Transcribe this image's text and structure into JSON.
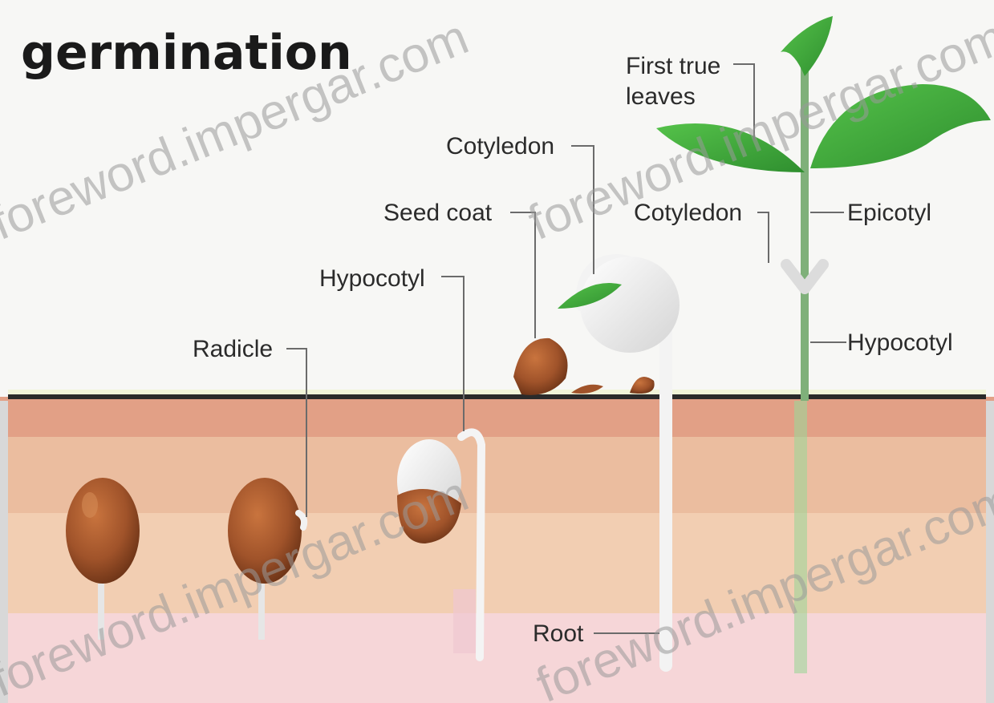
{
  "title": "germination",
  "labels": {
    "first_true_leaves_line1": "First true",
    "first_true_leaves_line2": "leaves",
    "cotyledon_top": "Cotyledon",
    "seed_coat": "Seed coat",
    "cotyledon_right": "Cotyledon",
    "epicotyl": "Epicotyl",
    "hypocotyl_left": "Hypocotyl",
    "hypocotyl_right": "Hypocotyl",
    "radicle": "Radicle",
    "root": "Root"
  },
  "watermark": "foreword.impergar.com",
  "colors": {
    "sky": "#f7f7f5",
    "soil_top": "#e0a488",
    "soil_mid": "#efc7a6",
    "soil_low": "#f5d6c0",
    "soil_bottom": "#f6d3da",
    "seed": "#a0532a",
    "leaf": "#3fa83c",
    "ground_line": "#2a2a2a"
  }
}
